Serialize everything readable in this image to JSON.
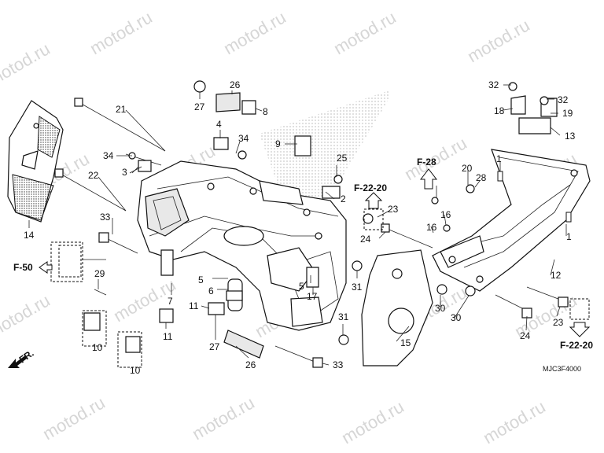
{
  "diagram": {
    "watermark": "motod.ru",
    "code": "MJC3F4000",
    "refs": {
      "f50": "F-50",
      "f28": "F-28",
      "f2220_top": "F-22-20",
      "f2220_bottom": "F-22-20",
      "fr": "FR."
    },
    "callouts": {
      "c1a": "1",
      "c1b": "1",
      "c2": "2",
      "c3": "3",
      "c4": "4",
      "c5a": "5",
      "c5b": "5",
      "c6": "6",
      "c7": "7",
      "c8": "8",
      "c9": "9",
      "c10a": "10",
      "c10b": "10",
      "c11a": "11",
      "c11b": "11",
      "c12": "12",
      "c13": "13",
      "c14": "14",
      "c15": "15",
      "c16a": "16",
      "c16b": "16",
      "c17": "17",
      "c18": "18",
      "c19": "19",
      "c20": "20",
      "c21": "21",
      "c22": "22",
      "c23a": "23",
      "c23b": "23",
      "c24a": "24",
      "c24b": "24",
      "c25": "25",
      "c26a": "26",
      "c26b": "26",
      "c27a": "27",
      "c27b": "27",
      "c28": "28",
      "c29": "29",
      "c30a": "30",
      "c30b": "30",
      "c31a": "31",
      "c31b": "31",
      "c32a": "32",
      "c32b": "32",
      "c33a": "33",
      "c33b": "33",
      "c34a": "34",
      "c34b": "34"
    }
  }
}
